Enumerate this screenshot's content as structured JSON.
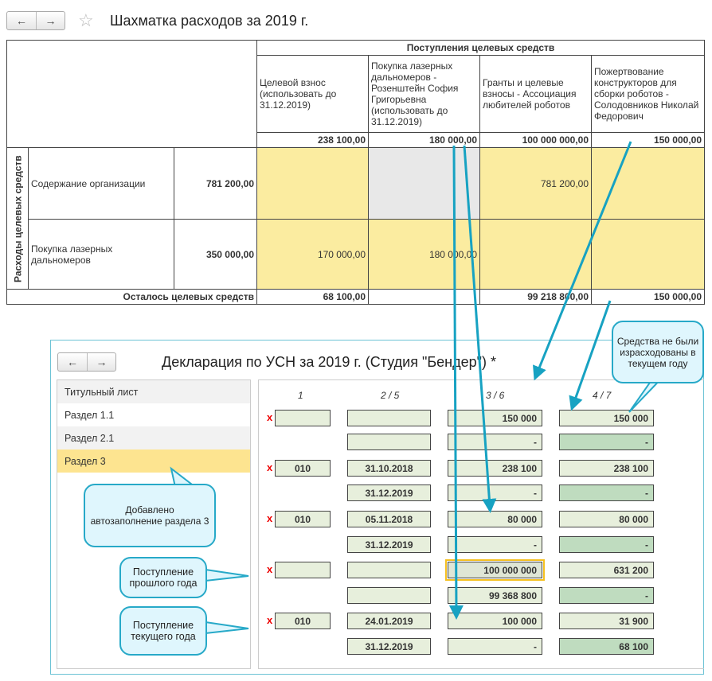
{
  "top": {
    "title": "Шахматка расходов за 2019 г."
  },
  "table": {
    "group_header": "Поступления целевых средств",
    "columns": [
      {
        "label": "Целевой взнос (использовать до 31.12.2019)",
        "total": "238 100,00",
        "remaining": "68 100,00"
      },
      {
        "label": "Покупка лазерных дальномеров - Розенштейн София Григорьевна (использовать до 31.12.2019)",
        "total": "180 000,00",
        "remaining": ""
      },
      {
        "label": "Гранты и целевые взносы - Ассоциация любителей роботов",
        "total": "100 000 000,00",
        "remaining": "99 218 800,00"
      },
      {
        "label": "Пожертвование конструкторов для сборки роботов - Солодовников Николай Федорович",
        "total": "150 000,00",
        "remaining": "150 000,00"
      }
    ],
    "row_group": "Расходы целевых средств",
    "rows": [
      {
        "name": "Содержание организации",
        "amount": "781 200,00",
        "cells": [
          "",
          "",
          "781 200,00",
          ""
        ]
      },
      {
        "name": "Покупка лазерных дальномеров",
        "amount": "350 000,00",
        "cells": [
          "170 000,00",
          "180 000,00",
          "",
          ""
        ]
      }
    ],
    "footer_label": "Осталось целевых средств"
  },
  "decl": {
    "title": "Декларация по УСН за 2019 г. (Студия \"Бендер\") *",
    "sections": [
      "Титульный лист",
      "Раздел 1.1",
      "Раздел 2.1",
      "Раздел 3"
    ],
    "col_headers": [
      "1",
      "2 / 5",
      "3 / 6",
      "4 / 7"
    ],
    "x_mark": "x",
    "rows": [
      [
        "",
        "",
        "150 000",
        "150 000"
      ],
      [
        null,
        "",
        "-",
        "-"
      ],
      [
        "010",
        "31.10.2018",
        "238 100",
        "238 100"
      ],
      [
        null,
        "31.12.2019",
        "-",
        "-"
      ],
      [
        "010",
        "05.11.2018",
        "80 000",
        "80 000"
      ],
      [
        null,
        "31.12.2019",
        "-",
        "-"
      ],
      [
        "",
        "",
        "100 000 000",
        "631 200"
      ],
      [
        null,
        "",
        "99 368 800",
        "-"
      ],
      [
        "010",
        "24.01.2019",
        "100 000",
        "31 900"
      ],
      [
        null,
        "31.12.2019",
        "-",
        "68 100"
      ]
    ]
  },
  "callouts": {
    "not_spent": "Средства не были израсходованы в текущем году",
    "autofill": "Добавлено автозаполнение раздела 3",
    "prev_year": "Поступление прошлого года",
    "cur_year": "Поступление текущего года"
  },
  "colors": {
    "accent": "#27a9c8",
    "yellow": "#fbeca0",
    "selected": "#fde490"
  }
}
